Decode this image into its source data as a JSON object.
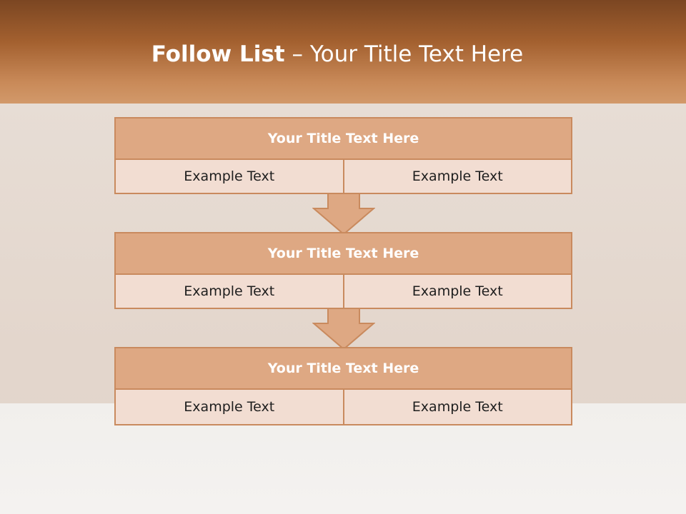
{
  "slide": {
    "title_bold": "Follow List",
    "title_rest": " – Your Title Text Here"
  },
  "blocks": [
    {
      "title": "Your Title Text Here",
      "left": "Example Text",
      "right": "Example Text"
    },
    {
      "title": "Your Title Text Here",
      "left": "Example Text",
      "right": "Example Text"
    },
    {
      "title": "Your Title Text Here",
      "left": "Example Text",
      "right": "Example Text"
    }
  ],
  "colors": {
    "header_dark": "#7b4622",
    "header_light": "#d2996a",
    "block_header": "#dea883",
    "block_body": "#f2ddd2",
    "border": "#c98a5e"
  }
}
